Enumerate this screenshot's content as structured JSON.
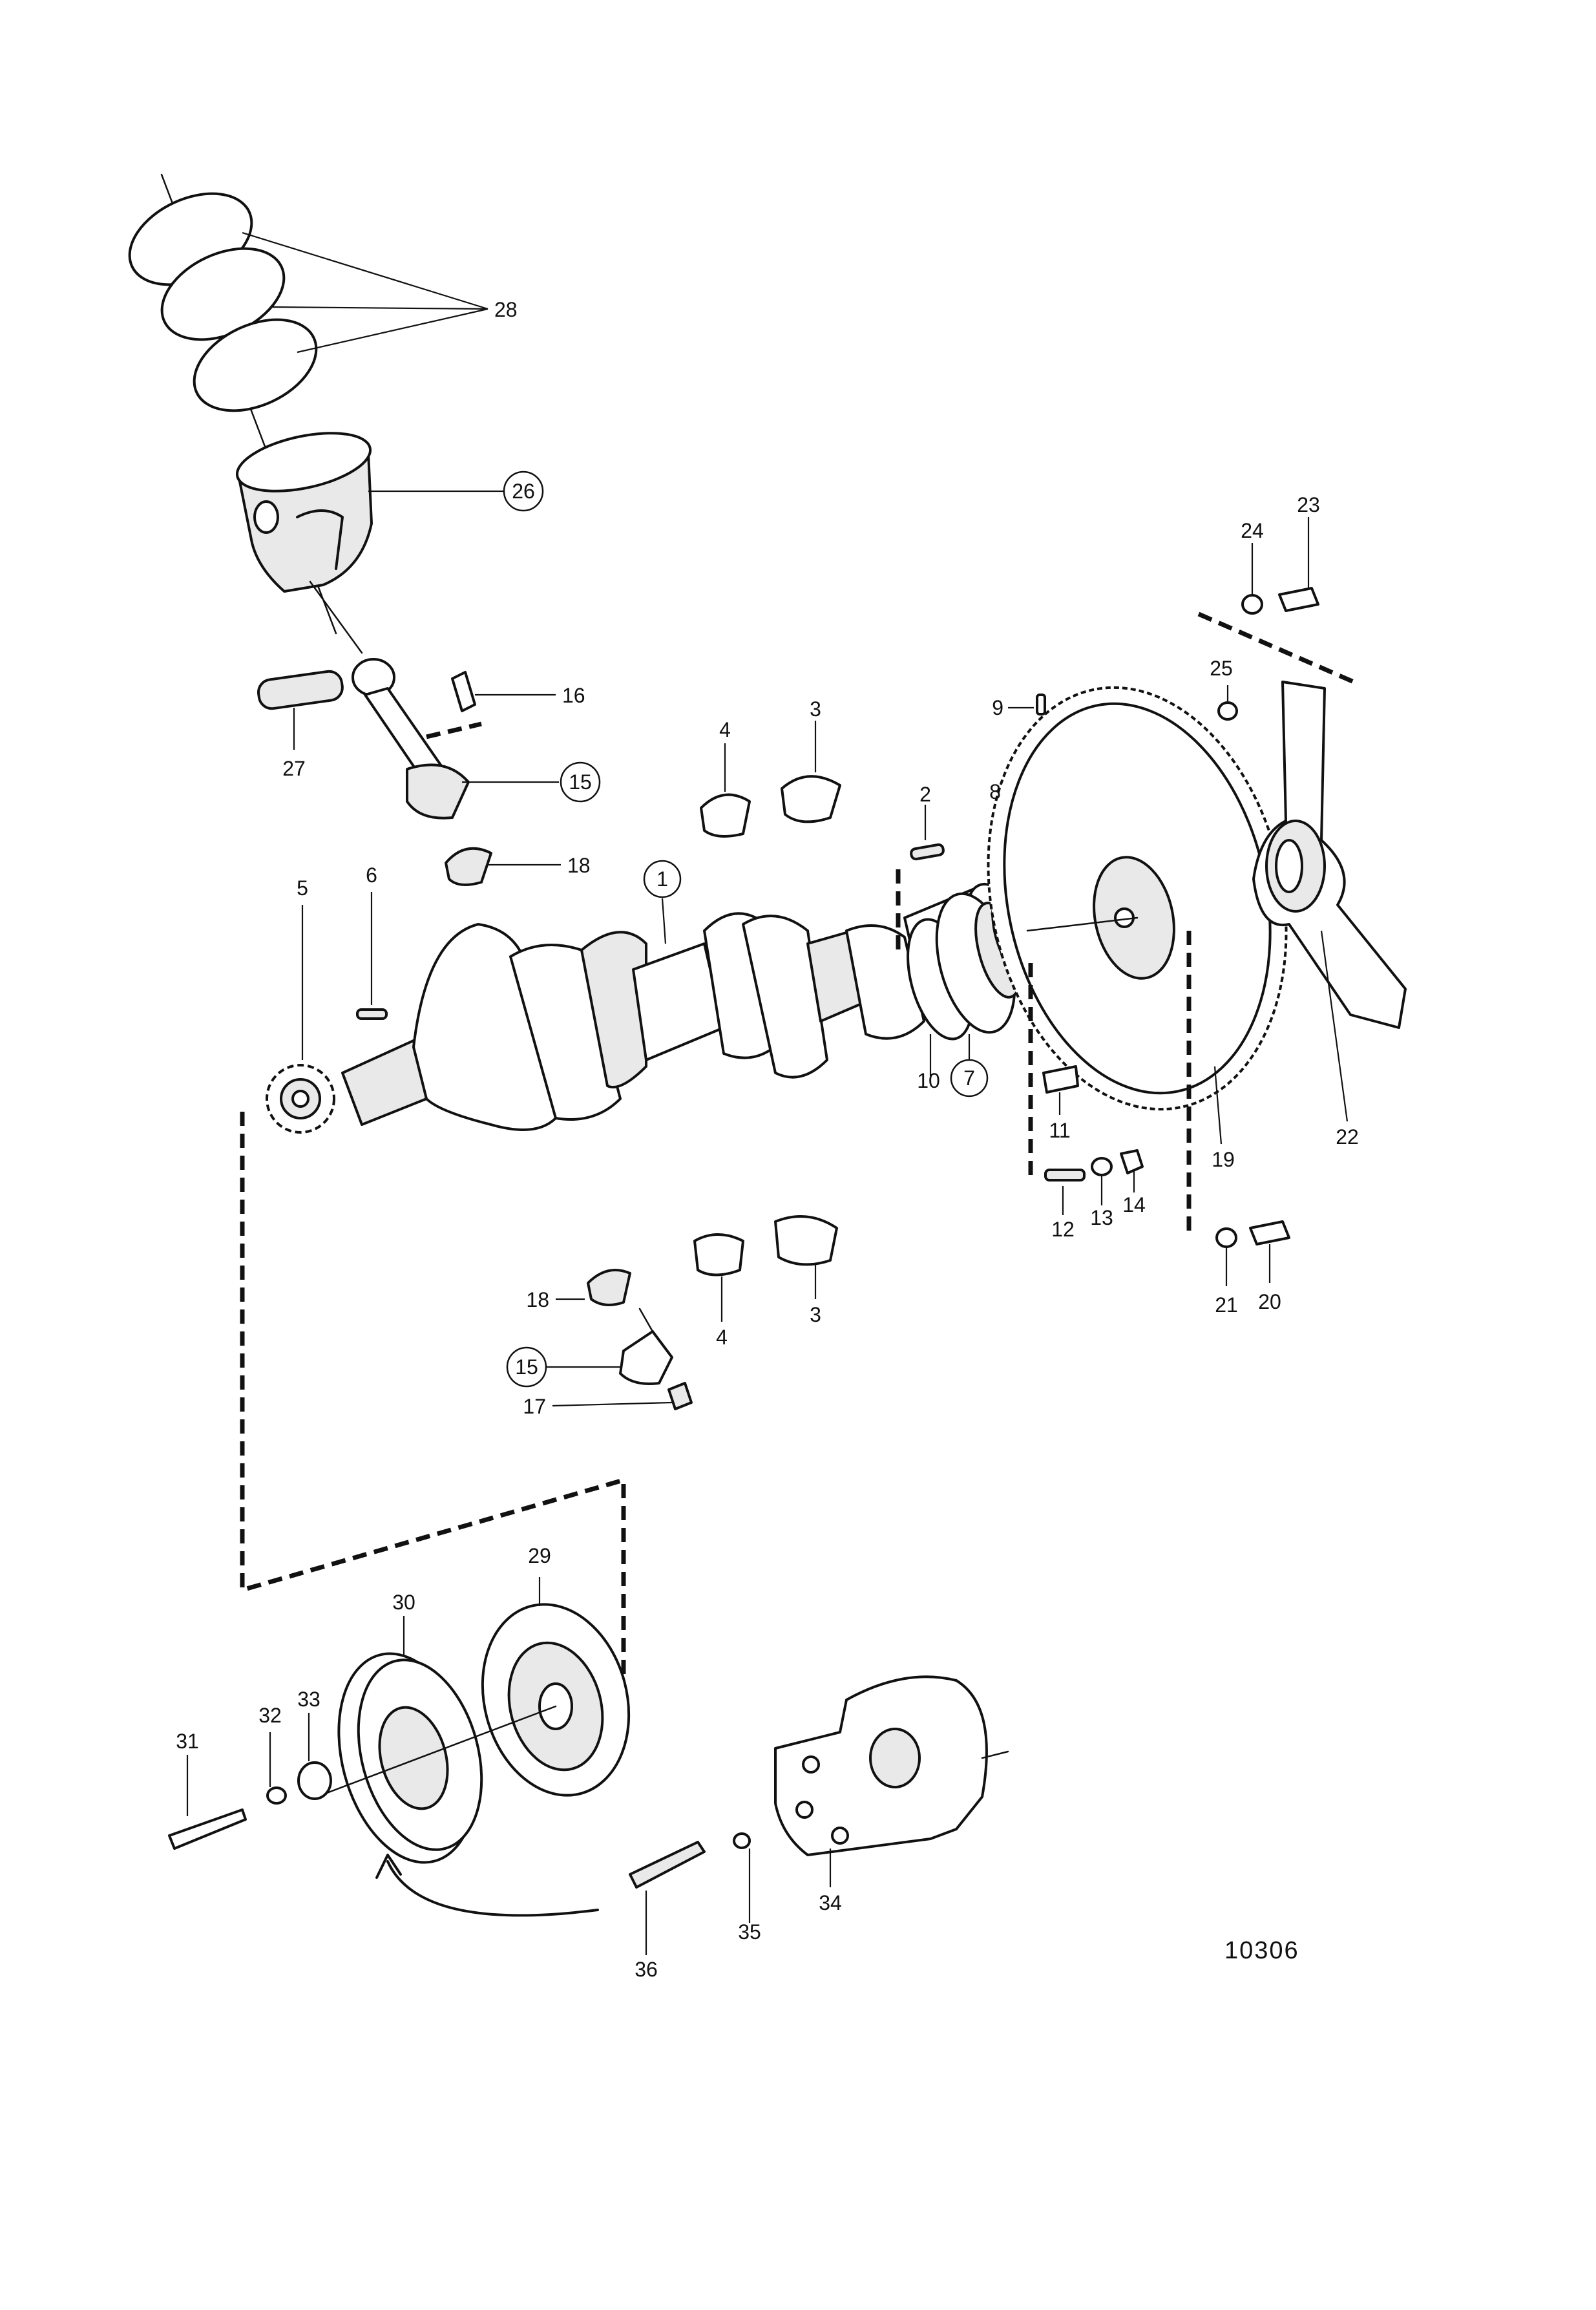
{
  "diagram": {
    "drawing_number": "10306",
    "callouts": [
      {
        "id": "c1",
        "label": "1",
        "circled": true
      },
      {
        "id": "c2",
        "label": "2",
        "circled": false
      },
      {
        "id": "c3a",
        "label": "3",
        "circled": false
      },
      {
        "id": "c3b",
        "label": "3",
        "circled": false
      },
      {
        "id": "c4a",
        "label": "4",
        "circled": false
      },
      {
        "id": "c4b",
        "label": "4",
        "circled": false
      },
      {
        "id": "c5",
        "label": "5",
        "circled": false
      },
      {
        "id": "c6",
        "label": "6",
        "circled": false
      },
      {
        "id": "c7",
        "label": "7",
        "circled": true
      },
      {
        "id": "c8",
        "label": "8",
        "circled": false
      },
      {
        "id": "c9",
        "label": "9",
        "circled": false
      },
      {
        "id": "c10",
        "label": "10",
        "circled": false
      },
      {
        "id": "c11",
        "label": "11",
        "circled": false
      },
      {
        "id": "c12",
        "label": "12",
        "circled": false
      },
      {
        "id": "c13",
        "label": "13",
        "circled": false
      },
      {
        "id": "c14",
        "label": "14",
        "circled": false
      },
      {
        "id": "c15a",
        "label": "15",
        "circled": true
      },
      {
        "id": "c15b",
        "label": "15",
        "circled": true
      },
      {
        "id": "c16",
        "label": "16",
        "circled": false
      },
      {
        "id": "c17",
        "label": "17",
        "circled": false
      },
      {
        "id": "c18a",
        "label": "18",
        "circled": false
      },
      {
        "id": "c18b",
        "label": "18",
        "circled": false
      },
      {
        "id": "c19",
        "label": "19",
        "circled": false
      },
      {
        "id": "c20",
        "label": "20",
        "circled": false
      },
      {
        "id": "c21",
        "label": "21",
        "circled": false
      },
      {
        "id": "c22",
        "label": "22",
        "circled": false
      },
      {
        "id": "c23",
        "label": "23",
        "circled": false
      },
      {
        "id": "c24",
        "label": "24",
        "circled": false
      },
      {
        "id": "c25",
        "label": "25",
        "circled": false
      },
      {
        "id": "c26",
        "label": "26",
        "circled": true
      },
      {
        "id": "c27",
        "label": "27",
        "circled": false
      },
      {
        "id": "c28",
        "label": "28",
        "circled": false
      },
      {
        "id": "c29",
        "label": "29",
        "circled": false
      },
      {
        "id": "c30",
        "label": "30",
        "circled": false
      },
      {
        "id": "c31",
        "label": "31",
        "circled": false
      },
      {
        "id": "c32",
        "label": "32",
        "circled": false
      },
      {
        "id": "c33",
        "label": "33",
        "circled": false
      },
      {
        "id": "c34",
        "label": "34",
        "circled": false
      },
      {
        "id": "c35",
        "label": "35",
        "circled": false
      },
      {
        "id": "c36",
        "label": "36",
        "circled": false
      }
    ]
  }
}
